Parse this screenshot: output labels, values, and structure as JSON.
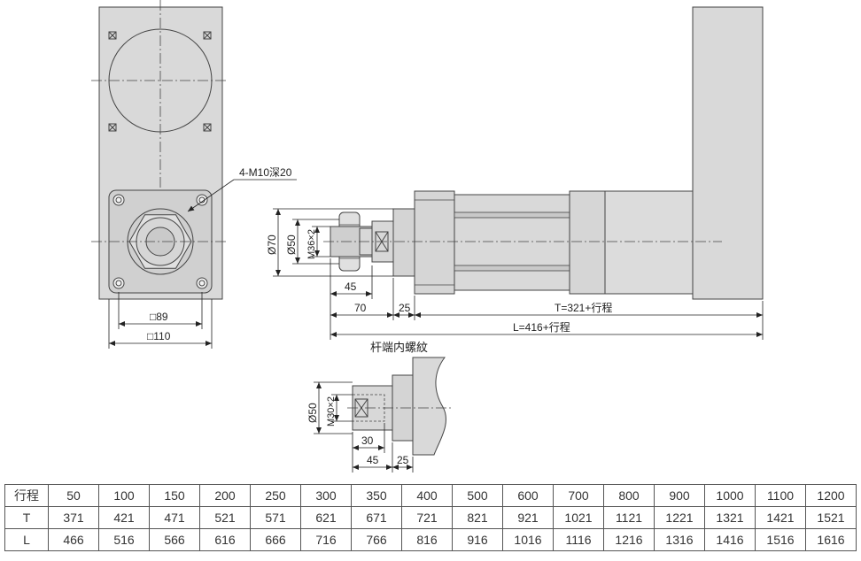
{
  "annotations": {
    "hole_spec": "4-M10深20",
    "sq89": "□89",
    "sq110": "□110",
    "dia70": "Ø70",
    "dia50_top": "Ø50",
    "thread_top": "M36×2",
    "dim45_top": "45",
    "dim70": "70",
    "dim25_top": "25",
    "dim_T": "T=321+行程",
    "dim_L": "L=416+行程",
    "detail_title": "杆端内螺紋",
    "dia50_detail": "Ø50",
    "thread_detail": "M30×2",
    "dim30": "30",
    "dim45_detail": "45",
    "dim25_detail": "25"
  },
  "table": {
    "header_label": "行程",
    "strokes": [
      "50",
      "100",
      "150",
      "200",
      "250",
      "300",
      "350",
      "400",
      "500",
      "600",
      "700",
      "800",
      "900",
      "1000",
      "1100",
      "1200"
    ],
    "rows": [
      {
        "label": "T",
        "values": [
          "371",
          "421",
          "471",
          "521",
          "571",
          "621",
          "671",
          "721",
          "821",
          "921",
          "1021",
          "1121",
          "1221",
          "1321",
          "1421",
          "1521"
        ]
      },
      {
        "label": "L",
        "values": [
          "466",
          "516",
          "566",
          "616",
          "666",
          "716",
          "766",
          "816",
          "916",
          "1016",
          "1116",
          "1216",
          "1316",
          "1416",
          "1516",
          "1616"
        ]
      }
    ]
  }
}
